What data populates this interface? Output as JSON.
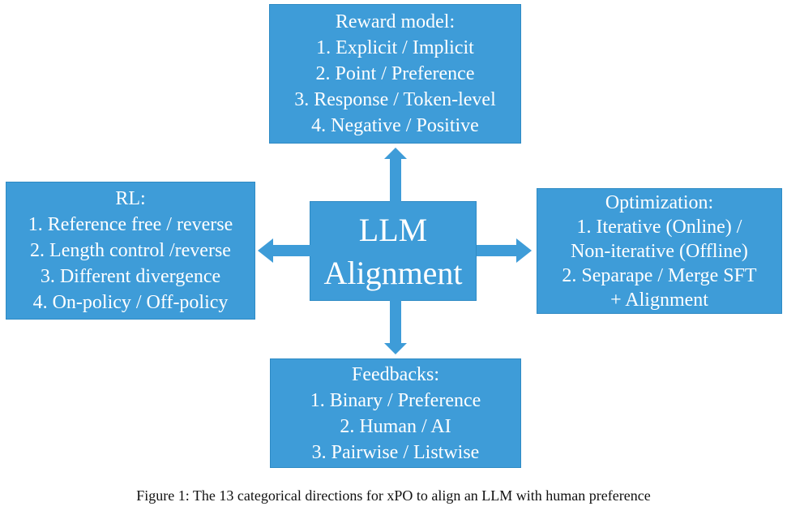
{
  "colors": {
    "box_blue": "#3e9cd8",
    "box_text": "#ffffff",
    "caption_text": "#111111",
    "background": "#ffffff"
  },
  "center": {
    "line1": "LLM",
    "line2": "Alignment"
  },
  "boxes": {
    "reward": {
      "title": "Reward model:",
      "items": [
        "1. Explicit / Implicit",
        "2. Point / Preference",
        "3. Response / Token-level",
        "4. Negative / Positive"
      ]
    },
    "rl": {
      "title": "RL:",
      "items": [
        "1. Reference free / reverse",
        "2. Length control /reverse",
        "3. Different divergence",
        "4. On-policy / Off-policy"
      ]
    },
    "optimization": {
      "title": "Optimization:",
      "items": [
        "1. Iterative (Online) /",
        "Non-iterative (Offline)",
        "2. Separape / Merge SFT",
        "+ Alignment"
      ]
    },
    "feedbacks": {
      "title": "Feedbacks:",
      "items": [
        "1. Binary / Preference",
        "2. Human / AI",
        "3. Pairwise / Listwise"
      ]
    }
  },
  "caption": "Figure 1: The 13 categorical directions for xPO to align an LLM with human preference"
}
